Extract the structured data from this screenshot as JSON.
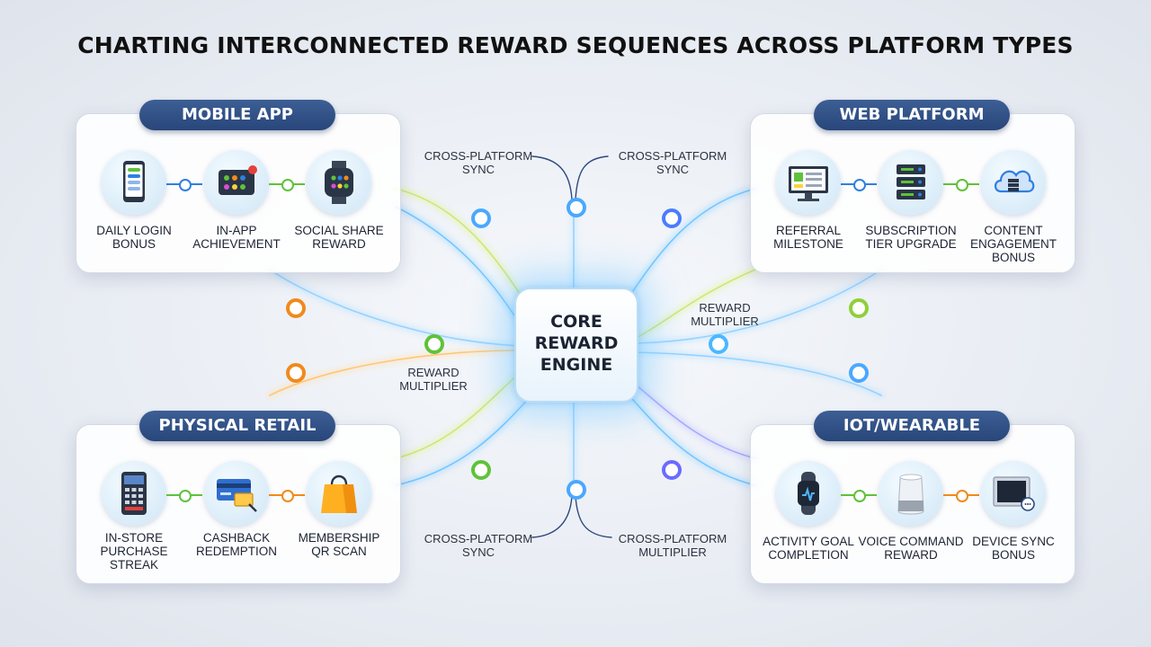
{
  "title": "CHARTING INTERCONNECTED REWARD SEQUENCES ACROSS PLATFORM TYPES",
  "core": {
    "lines": [
      "CORE",
      "REWARD",
      "ENGINE"
    ]
  },
  "panels": {
    "mobile": {
      "label": "MOBILE APP",
      "items": [
        {
          "icon": "smartphone-icon",
          "lines": [
            "DAILY LOGIN",
            "BONUS"
          ]
        },
        {
          "icon": "app-grid-icon",
          "lines": [
            "IN-APP",
            "ACHIEVEMENT"
          ]
        },
        {
          "icon": "smartwatch-icon",
          "lines": [
            "SOCIAL SHARE",
            "REWARD"
          ]
        }
      ]
    },
    "web": {
      "label": "WEB PLATFORM",
      "items": [
        {
          "icon": "monitor-icon",
          "lines": [
            "REFERRAL",
            "MILESTONE"
          ]
        },
        {
          "icon": "server-icon",
          "lines": [
            "SUBSCRIPTION",
            "TIER UPGRADE"
          ]
        },
        {
          "icon": "cloud-icon",
          "lines": [
            "CONTENT",
            "ENGAGEMENT",
            "BONUS"
          ]
        }
      ]
    },
    "retail": {
      "label": "PHYSICAL RETAIL",
      "items": [
        {
          "icon": "pos-terminal-icon",
          "lines": [
            "IN-STORE",
            "PURCHASE",
            "STREAK"
          ]
        },
        {
          "icon": "credit-card-icon",
          "lines": [
            "CASHBACK",
            "REDEMPTION"
          ]
        },
        {
          "icon": "shopping-bag-icon",
          "lines": [
            "MEMBERSHIP",
            "QR SCAN"
          ]
        }
      ]
    },
    "iot": {
      "label": "IOT/WEARABLE",
      "items": [
        {
          "icon": "fitness-band-icon",
          "lines": [
            "ACTIVITY GOAL",
            "COMPLETION"
          ]
        },
        {
          "icon": "smart-speaker-icon",
          "lines": [
            "VOICE COMMAND",
            "REWARD"
          ]
        },
        {
          "icon": "tablet-icon",
          "lines": [
            "DEVICE SYNC",
            "BONUS"
          ]
        }
      ]
    }
  },
  "connectors": {
    "top_left": [
      "CROSS-PLATFORM",
      "SYNC"
    ],
    "top_right": [
      "CROSS-PLATFORM",
      "SYNC"
    ],
    "bottom_left": [
      "CROSS-PLATFORM",
      "SYNC"
    ],
    "bottom_right": [
      "CROSS-PLATFORM",
      "MULTIPLIER"
    ],
    "left": [
      "REWARD",
      "MULTIPLIER"
    ],
    "right": [
      "REWARD",
      "MULTIPLIER"
    ]
  },
  "colors": {
    "blue": "#2f7fe0",
    "green": "#5fc23a",
    "orange": "#f08a1c",
    "purple": "#5a6fe0",
    "navy": "#2c4a7e"
  }
}
